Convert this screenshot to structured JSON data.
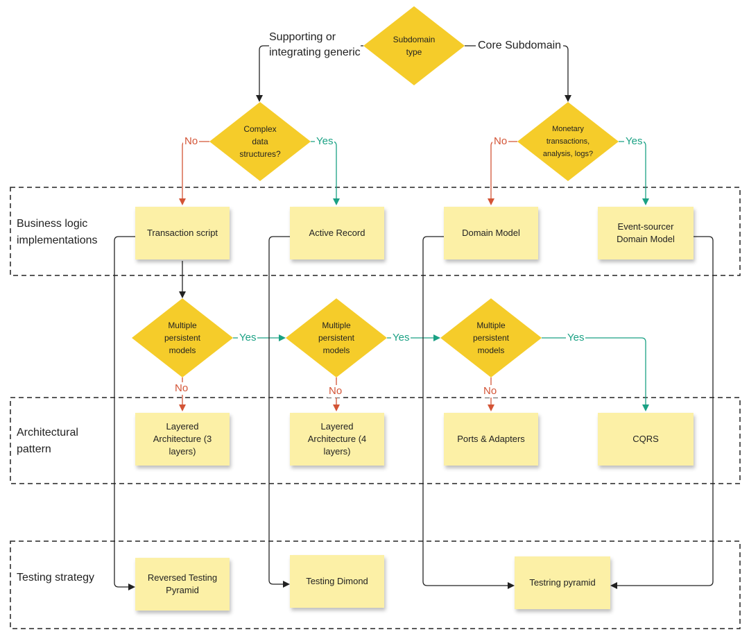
{
  "lanes": {
    "business": "Business logic\nimplementations",
    "architecture": "Architectural\npattern",
    "testing": "Testing strategy"
  },
  "decisions": {
    "subdomain": "Subdomain\ntype",
    "complex": "Complex\ndata\nstructures?",
    "monetary": "Monetary\ntransactions,\nanalysis, logs?",
    "multi": "Multiple\npersistent\nmodels"
  },
  "branches": {
    "supporting": "Supporting or\nintegrating generic",
    "core": "Core Subdomain",
    "yes": "Yes",
    "no": "No"
  },
  "business_logic": {
    "transaction_script": "Transaction script",
    "active_record": "Active Record",
    "domain_model": "Domain Model",
    "event_sourced": "Event-sourcer\nDomain Model"
  },
  "architecture": {
    "layered3": "Layered\nArchitecture (3\nlayers)",
    "layered4": "Layered\nArchitecture (4\nlayers)",
    "ports": "Ports & Adapters",
    "cqrs": "CQRS"
  },
  "testing": {
    "reversed": "Reversed Testing\nPyramid",
    "diamond": "Testing Dimond",
    "pyramid": "Testring pyramid"
  },
  "colors": {
    "diamond": "#f5cc2a",
    "note": "#fcf0a6",
    "no": "#d35436",
    "yes": "#1aa184",
    "line": "#222222"
  }
}
